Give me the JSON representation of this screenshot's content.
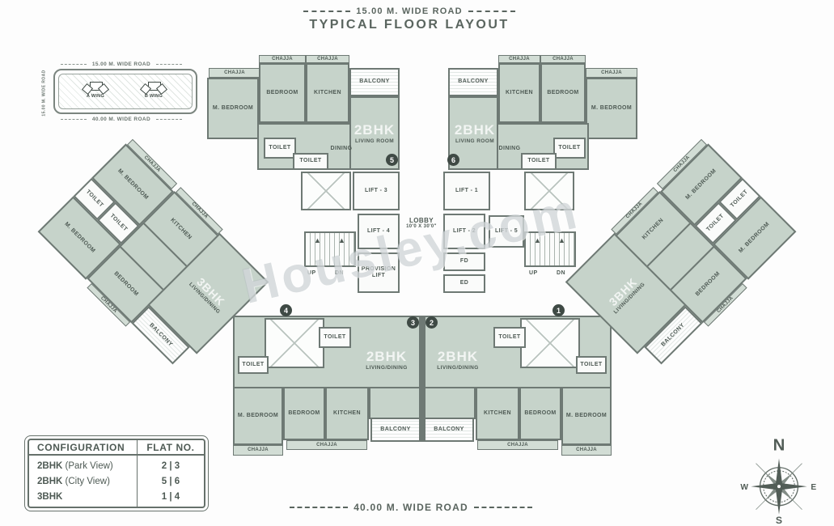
{
  "page": {
    "top_road": "15.00 M. WIDE ROAD",
    "title": "TYPICAL FLOOR LAYOUT",
    "bottom_road": "40.00 M. WIDE ROAD",
    "watermark": "Housley.com"
  },
  "key_plan": {
    "top_road": "15.00 M. WIDE ROAD",
    "left_road": "15.00 M. WIDE ROAD",
    "bottom_road": "40.00 M. WIDE ROAD",
    "wing_a": "A WING",
    "wing_b": "B WING"
  },
  "labels": {
    "chajja": "CHAJJA",
    "toilet": "TOILET",
    "m_bedroom": "M. BEDROOM",
    "bedroom": "BEDROOM",
    "kitchen": "KITCHEN",
    "balcony": "BALCONY",
    "dining": "DINING",
    "up": "UP",
    "dn": "DN"
  },
  "core": {
    "lift1": "LIFT - 1",
    "lift2": "LIFT - 2",
    "lift3": "LIFT - 3",
    "lift4": "LIFT - 4",
    "lift5": "LIFT - 5",
    "provision_lift": "PROVISION LIFT",
    "lobby": "LOBBY",
    "lobby_dim": "10'0 x 30'0\"",
    "fd": "FD",
    "ed": "ED"
  },
  "flats": {
    "flat1": {
      "no": "1",
      "type": "3BHK",
      "sub": "LIVING/DINING"
    },
    "flat2": {
      "no": "2",
      "type": "2BHK",
      "sub": "LIVING/DINING"
    },
    "flat3": {
      "no": "3",
      "type": "2BHK",
      "sub": "LIVING/DINING"
    },
    "flat4": {
      "no": "4",
      "type": "3BHK",
      "sub": "LIVING/DINING"
    },
    "flat5": {
      "no": "5",
      "type": "2BHK",
      "sub": "LIVING ROOM"
    },
    "flat6": {
      "no": "6",
      "type": "2BHK",
      "sub": "LIVING ROOM"
    }
  },
  "config_table": {
    "headers": [
      "CONFIGURATION",
      "FLAT NO."
    ],
    "rows": [
      {
        "type": "2BHK",
        "view": "(Park View)",
        "flats": "2 | 3"
      },
      {
        "type": "2BHK",
        "view": "(City View)",
        "flats": "5 | 6"
      },
      {
        "type": "3BHK",
        "view": "",
        "flats": "1 | 4"
      }
    ]
  },
  "compass": {
    "n": "N",
    "s": "S",
    "e": "E",
    "w": "W"
  },
  "colors": {
    "room_fill": "#c6d3ca",
    "wall": "#6e7974",
    "text": "#4e5a54"
  }
}
